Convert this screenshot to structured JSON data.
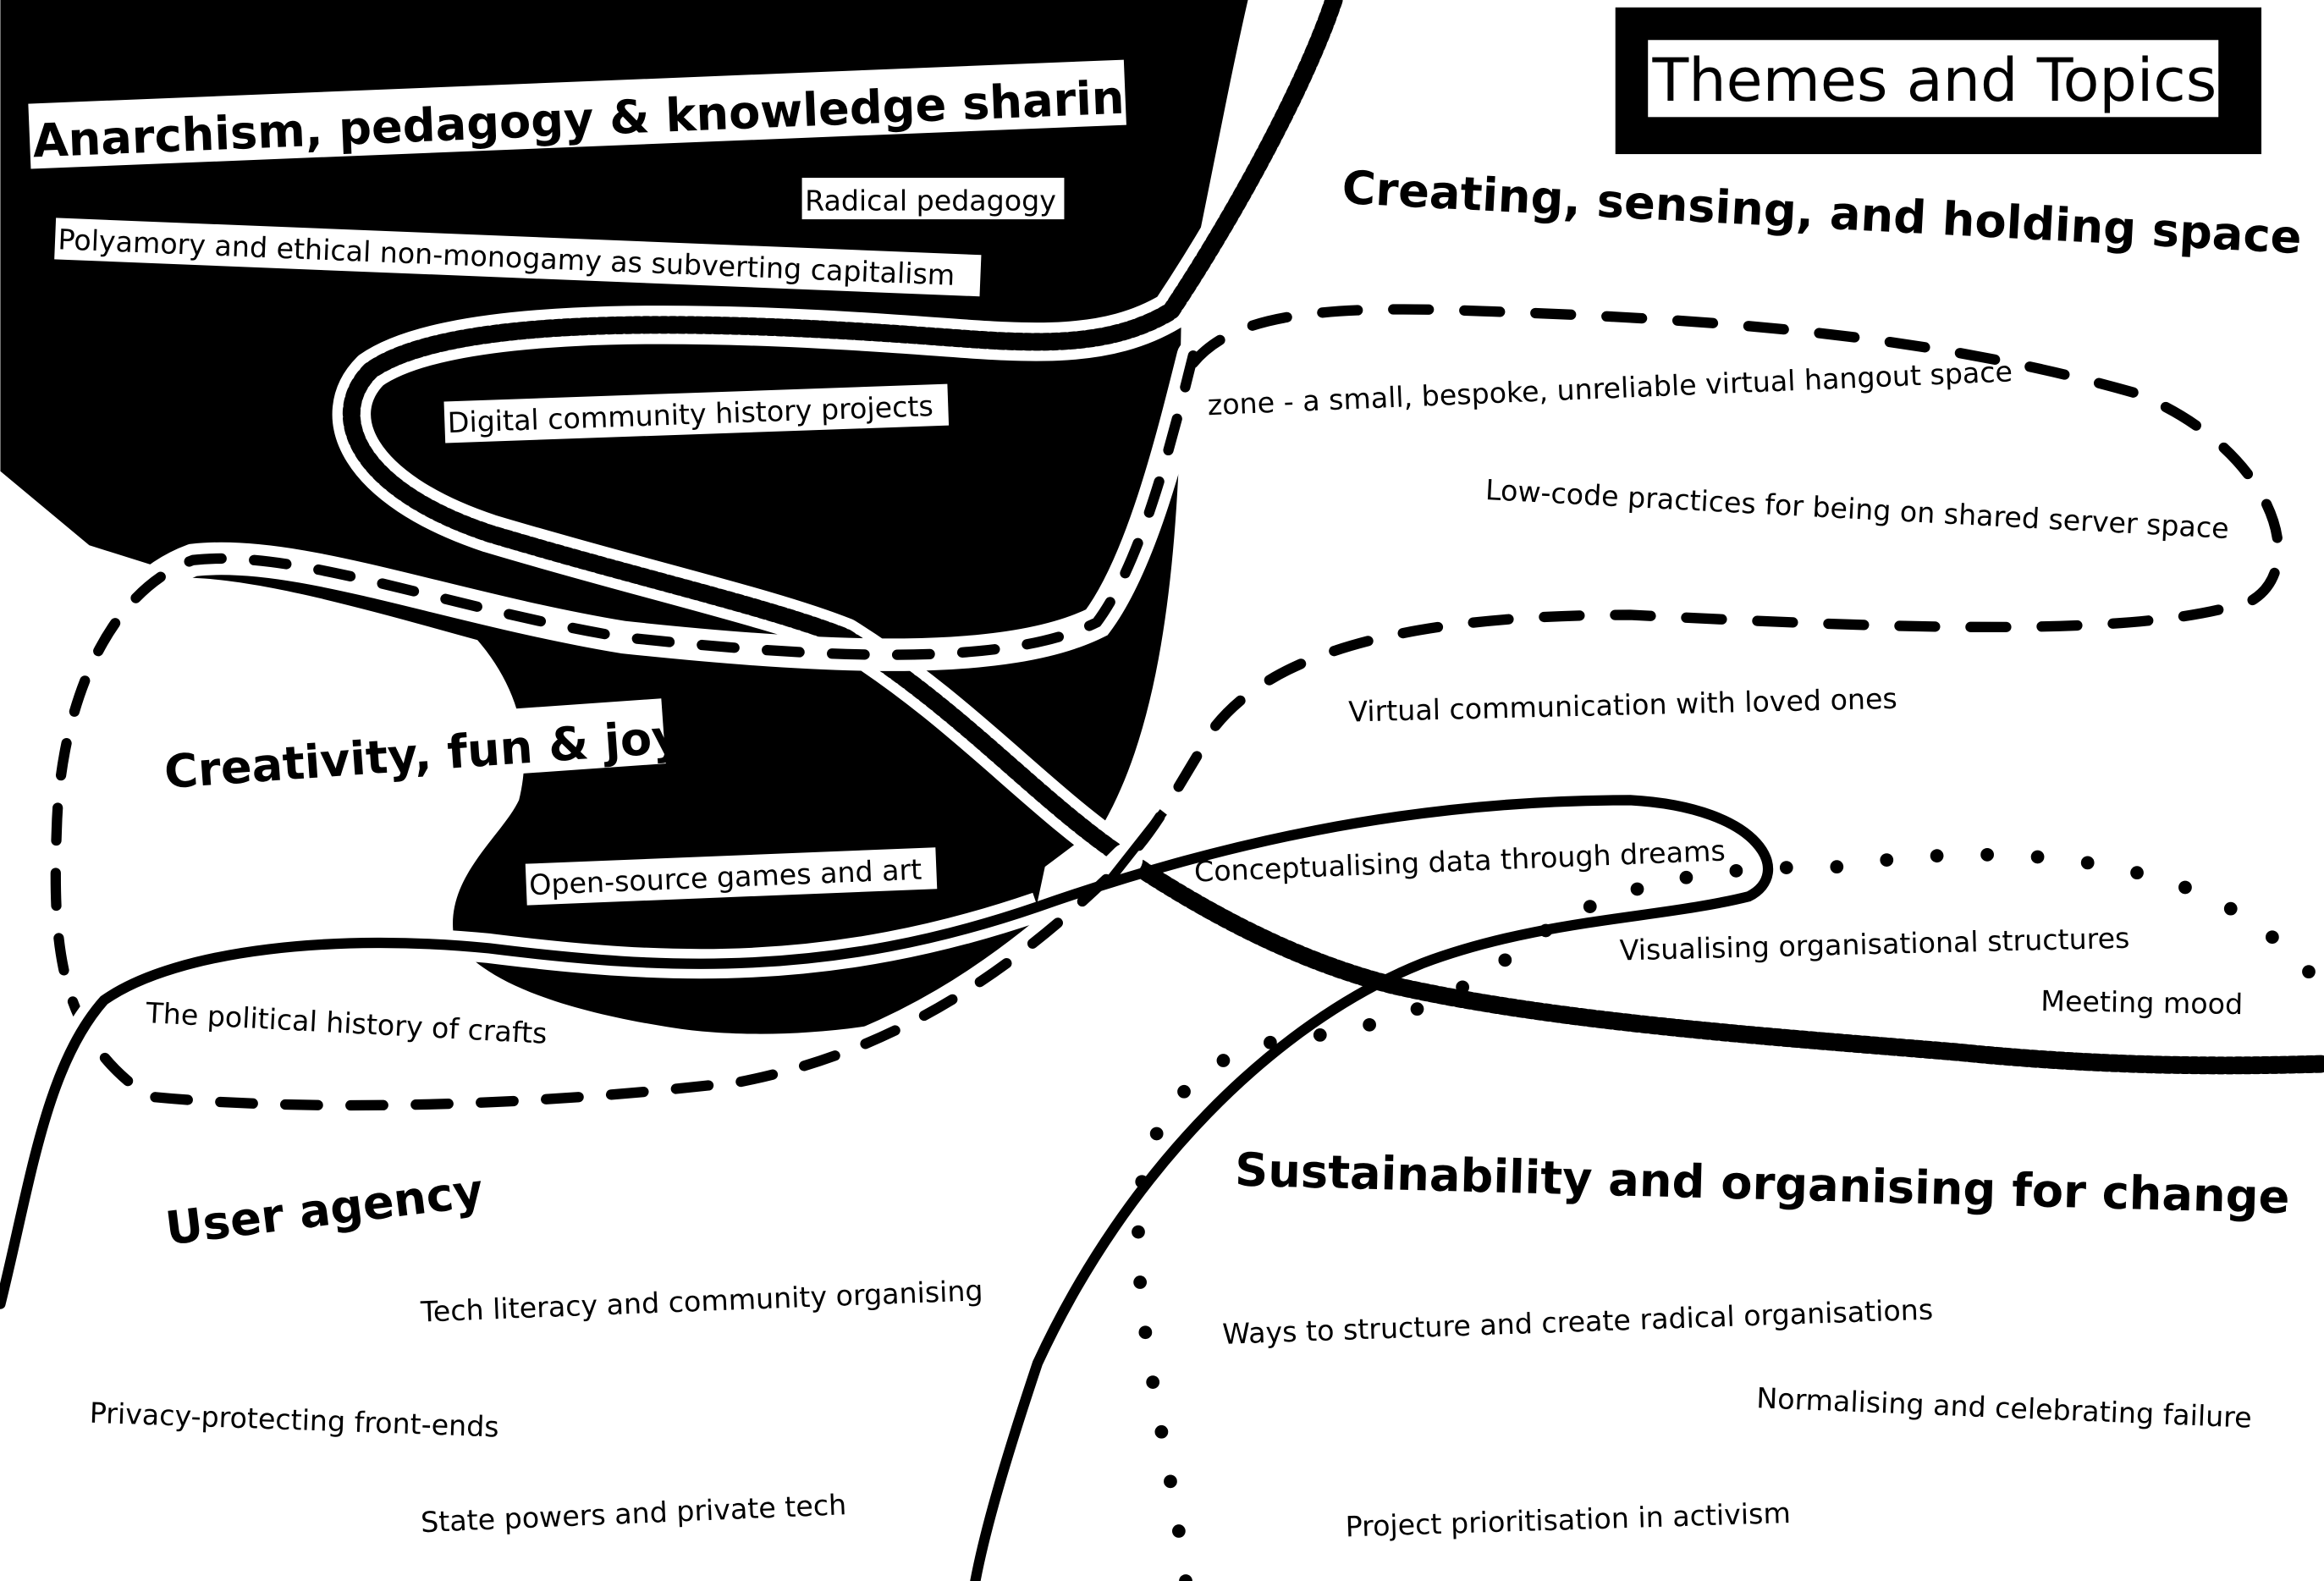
{
  "title": "Themes and Topics",
  "colors": {
    "ink": "#000000",
    "paper": "#ffffff"
  },
  "themes": {
    "anarchism": {
      "heading": "Anarchism, pedagogy & knowledge sharing",
      "topics": [
        "Radical pedagogy",
        "Polyamory and ethical non-monogamy as subverting capitalism",
        "Digital community history projects"
      ]
    },
    "creating": {
      "heading": "Creating, sensing, and holding space",
      "topics": [
        "zone - a small, bespoke, unreliable virtual hangout space",
        "Low-code practices for being on shared server space",
        "Virtual communication with loved ones",
        "Conceptualising data through dreams"
      ]
    },
    "creativity": {
      "heading": "Creativity, fun & joy",
      "topics": [
        "Open-source games and art",
        "The political history of crafts"
      ]
    },
    "organising": {
      "topics": [
        "Visualising organisational structures",
        "Meeting mood"
      ]
    },
    "user_agency": {
      "heading": "User agency",
      "topics": [
        "Tech literacy and community organising",
        "Privacy-protecting front-ends",
        "State powers and private tech"
      ]
    },
    "sustainability": {
      "heading": "Sustainability and organising for change",
      "topics": [
        "Ways to structure and create radical organisations",
        "Normalising and celebrating failure",
        "Project prioritisation in activism"
      ]
    }
  }
}
